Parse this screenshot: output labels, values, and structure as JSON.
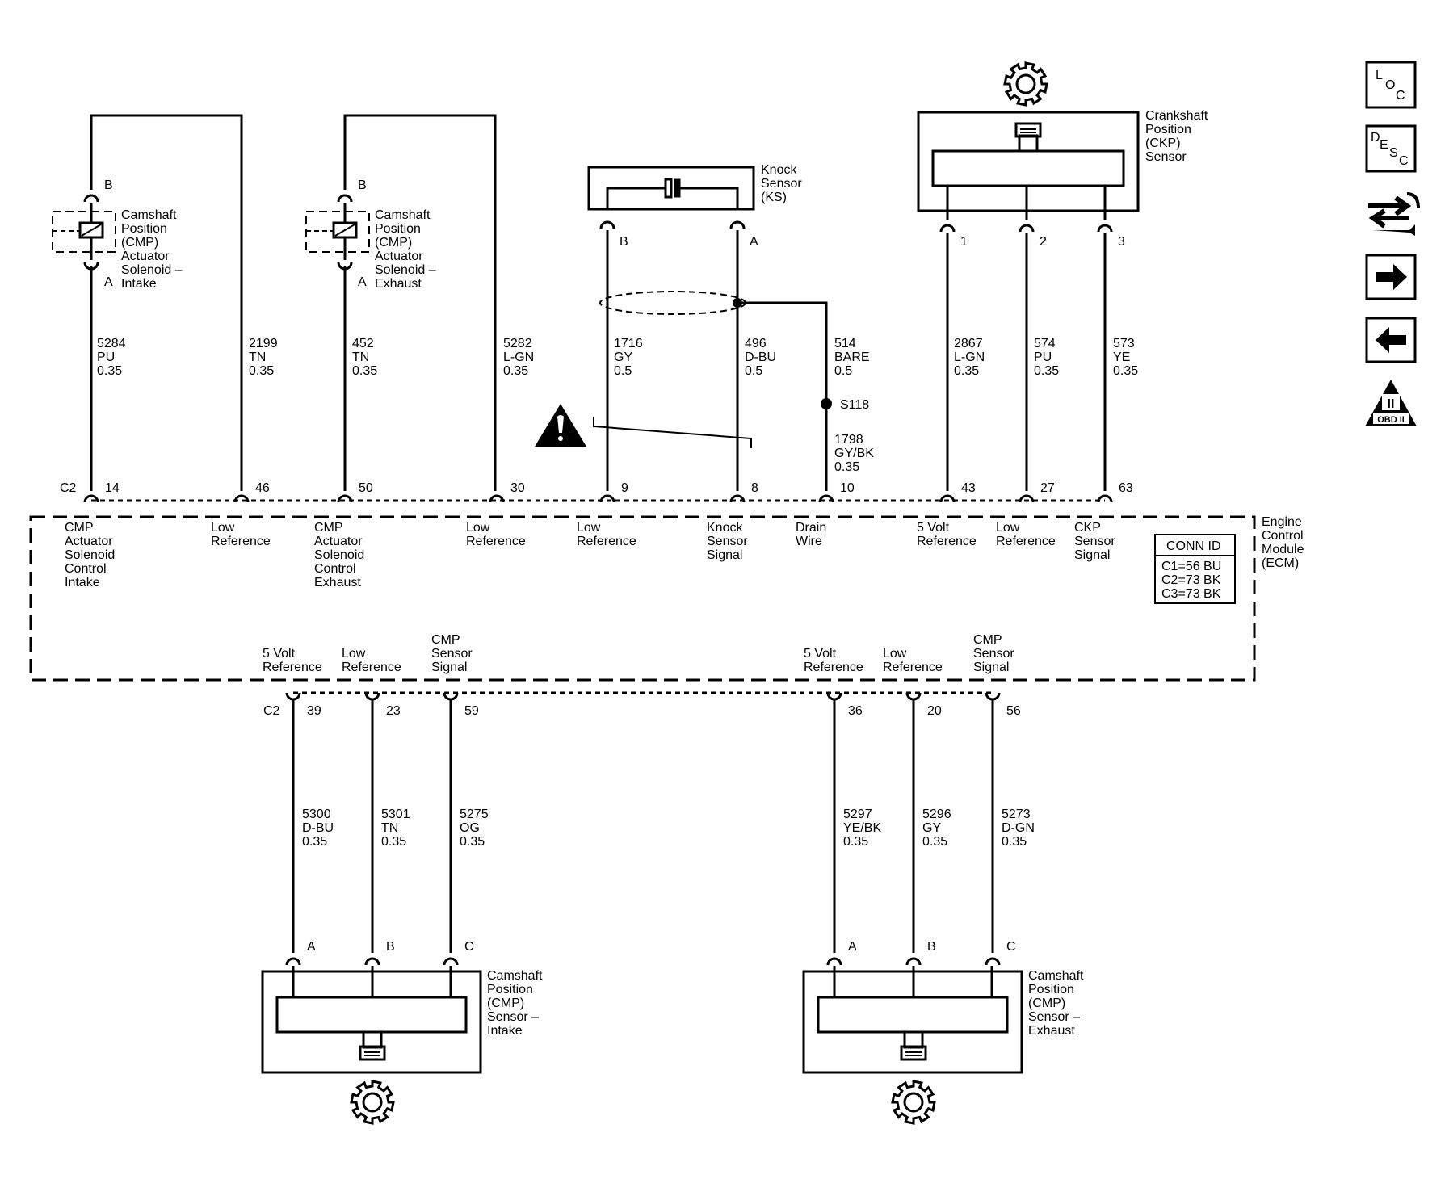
{
  "ecm": {
    "name_lines": [
      "Engine",
      "Control",
      "Module",
      "(ECM)"
    ],
    "conn_id_title": "CONN ID",
    "conn_ids": [
      "C1=56 BU",
      "C2=73 BK",
      "C3=73 BK"
    ],
    "top_connector": "C2",
    "bottom_connector": "C2"
  },
  "top_circuits": [
    {
      "pin": "14",
      "num": "5284",
      "color": "PU",
      "gauge": "0.35",
      "label_lines": [
        "CMP",
        "Actuator",
        "Solenoid",
        "Control",
        "Intake"
      ]
    },
    {
      "pin": "46",
      "num": "2199",
      "color": "TN",
      "gauge": "0.35",
      "label_lines": [
        "Low",
        "Reference"
      ]
    },
    {
      "pin": "50",
      "num": "452",
      "color": "TN",
      "gauge": "0.35",
      "label_lines": [
        "CMP",
        "Actuator",
        "Solenoid",
        "Control",
        "Exhaust"
      ]
    },
    {
      "pin": "30",
      "num": "5282",
      "color": "L-GN",
      "gauge": "0.35",
      "label_lines": [
        "Low",
        "Reference"
      ]
    },
    {
      "pin": "9",
      "num": "1716",
      "color": "GY",
      "gauge": "0.5",
      "label_lines": [
        "Low",
        "Reference"
      ]
    },
    {
      "pin": "8",
      "num": "496",
      "color": "D-BU",
      "gauge": "0.5",
      "label_lines": [
        "Knock",
        "Sensor",
        "Signal"
      ]
    },
    {
      "pin": "10",
      "num": "1798",
      "color": "GY/BK",
      "gauge": "0.35",
      "label_lines": [
        "Drain",
        "Wire"
      ]
    },
    {
      "pin": "43",
      "num": "2867",
      "color": "L-GN",
      "gauge": "0.35",
      "label_lines": [
        "5 Volt",
        "Reference"
      ]
    },
    {
      "pin": "27",
      "num": "574",
      "color": "PU",
      "gauge": "0.35",
      "label_lines": [
        "Low",
        "Reference"
      ]
    },
    {
      "pin": "63",
      "num": "573",
      "color": "YE",
      "gauge": "0.35",
      "label_lines": [
        "CKP",
        "Sensor",
        "Signal"
      ]
    }
  ],
  "bare_wire": {
    "num": "514",
    "color": "BARE",
    "gauge": "0.5",
    "splice": "S118"
  },
  "solenoid_intake": {
    "pin_top": "B",
    "pin_bottom": "A",
    "label_lines": [
      "Camshaft",
      "Position",
      "(CMP)",
      "Actuator",
      "Solenoid –",
      "Intake"
    ]
  },
  "solenoid_exhaust": {
    "pin_top": "B",
    "pin_bottom": "A",
    "label_lines": [
      "Camshaft",
      "Position",
      "(CMP)",
      "Actuator",
      "Solenoid –",
      "Exhaust"
    ]
  },
  "knock_sensor": {
    "pin_left": "B",
    "pin_right": "A",
    "label_lines": [
      "Knock",
      "Sensor",
      "(KS)"
    ]
  },
  "ckp_sensor": {
    "pins": [
      "1",
      "2",
      "3"
    ],
    "label_lines": [
      "Crankshaft",
      "Position",
      "(CKP)",
      "Sensor"
    ]
  },
  "bottom_circuits": [
    {
      "func_lines": [
        "5 Volt",
        "Reference"
      ],
      "pin": "39",
      "num": "5300",
      "color": "D-BU",
      "gauge": "0.35",
      "sensor_pin": "A"
    },
    {
      "func_lines": [
        "Low",
        "Reference"
      ],
      "pin": "23",
      "num": "5301",
      "color": "TN",
      "gauge": "0.35",
      "sensor_pin": "B"
    },
    {
      "func_lines": [
        "CMP",
        "Sensor",
        "Signal"
      ],
      "pin": "59",
      "num": "5275",
      "color": "OG",
      "gauge": "0.35",
      "sensor_pin": "C"
    },
    {
      "func_lines": [
        "5 Volt",
        "Reference"
      ],
      "pin": "36",
      "num": "5297",
      "color": "YE/BK",
      "gauge": "0.35",
      "sensor_pin": "A"
    },
    {
      "func_lines": [
        "Low",
        "Reference"
      ],
      "pin": "20",
      "num": "5296",
      "color": "GY",
      "gauge": "0.35",
      "sensor_pin": "B"
    },
    {
      "func_lines": [
        "CMP",
        "Sensor",
        "Signal"
      ],
      "pin": "56",
      "num": "5273",
      "color": "D-GN",
      "gauge": "0.35",
      "sensor_pin": "C"
    }
  ],
  "cmp_sensor_intake": {
    "label_lines": [
      "Camshaft",
      "Position",
      "(CMP)",
      "Sensor –",
      "Intake"
    ]
  },
  "cmp_sensor_exhaust": {
    "label_lines": [
      "Camshaft",
      "Position",
      "(CMP)",
      "Sensor –",
      "Exhaust"
    ]
  },
  "side_buttons": {
    "loc": [
      "L",
      "O",
      "C"
    ],
    "desc": [
      "D",
      "E",
      "S",
      "C"
    ],
    "obd_numeral": "II",
    "obd_text": "OBD II"
  },
  "icons": [
    "gear-icon",
    "warning-icon",
    "wrench-swap-icon",
    "arrow-right-icon",
    "arrow-left-icon",
    "obd-ii-icon"
  ]
}
